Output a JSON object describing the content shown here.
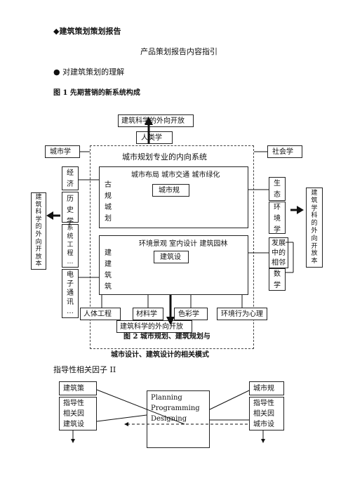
{
  "header": {
    "title": "◆建筑策划策划报告",
    "subtitle": "产品策划报告内容指引",
    "bullet": "● 对建筑策划的理解",
    "figure1_caption": "图 1  先期营销的新系统构成"
  },
  "diagram1": {
    "top_open": "建筑科学的外向开放",
    "human": "人类学",
    "urban_studies": "城市学",
    "sociology": "社会学",
    "inner_system": "城市规划专业的内向系统",
    "left_col_top": "经\n济",
    "left_col_mid": "历\n史\n学",
    "left_col_sys": "系\n统\n工\n程\n…",
    "left_col_elec": "电\n子\n通\n讯\n…",
    "left_vertical": "建\n筑\n科\n学\n的\n外\n向\n开\n放\n本",
    "right_vertical": "建\n筑\n学\n科\n的\n外\n向\n开\n放\n本",
    "upper_inner_top": "城市布局    城市交通    城市绿化",
    "upper_inner_left": "古\n规\n城\n划",
    "upper_center": "城市规",
    "lower_inner_top": "环境景观    室内设计    建筑园林",
    "lower_inner_left": "建\n建\n筑\n筑",
    "lower_center": "建筑设",
    "right_col_eco": "生\n态",
    "right_col_env": "环\n境\n学",
    "right_col_dev": "发展\n中的\n相邻",
    "right_col_math": "数\n学",
    "bottom_ergonomics": "人体工程",
    "bottom_materials": "材料学",
    "bottom_color": "色彩学",
    "bottom_env_psych": "环境行为心理",
    "bottom_open": "建筑科学的外向开放"
  },
  "figure2": {
    "caption_line1": "图 2    城市规划、建筑规划与",
    "caption_line2": "城市设计、建筑设计的相关模式"
  },
  "factors": {
    "label": "指导性相关因子 II",
    "left_top": "建筑策",
    "left_lines": [
      "指导性",
      "相关因",
      "建筑设"
    ],
    "center_lines": [
      "Planning",
      "Programming",
      "Designing"
    ],
    "right_top": "城市规",
    "right_lines": [
      "指导性",
      "相关因",
      "城市设"
    ]
  }
}
